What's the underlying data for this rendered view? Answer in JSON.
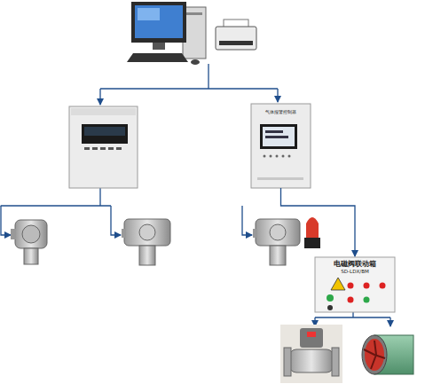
{
  "diagram": {
    "nodes": [
      {
        "text": [
          "气体报警控制器"
        ]
      },
      {
        "text": [
          "电磁阀联动箱",
          "SD-LDX/BM"
        ]
      }
    ],
    "edges": [
      {
        "from": 0,
        "to": 1,
        "arrow": "to"
      }
    ]
  }
}
